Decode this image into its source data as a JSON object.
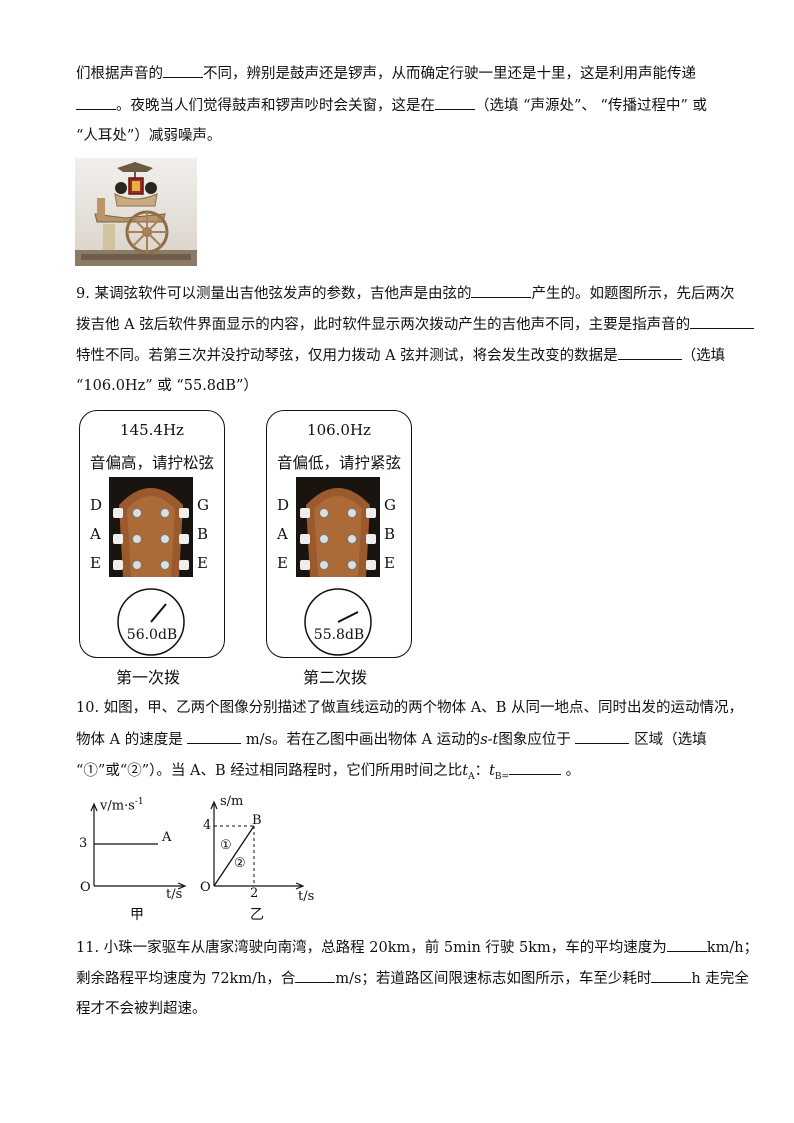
{
  "q8": {
    "l1a": "们根据声音的",
    "l1b": "不同，辨别是鼓声还是锣声，从而确定行驶一里还是十里，这是利用声能传递",
    "l2a": "。夜晚当人们觉得鼓声和锣声吵时会关窗，这是在",
    "l2b": "（选填 “声源处”、 “传播过程中” 或",
    "l3": "“人耳处”）减弱噪声。"
  },
  "q9": {
    "l1a": "9. 某调弦软件可以测量出吉他弦发声的参数，吉他声是由弦的",
    "l1b": "产生的。如题图所示，先后两次",
    "l2a": "拨吉他 A 弦后软件界面显示的内容，此时软件显示两次拨动产生的吉他声不同，主要是指声音的",
    "l3a": "特性不同。若第三次并没拧动琴弦，仅用力拨动 A 弦并测试，将会发生改变的数据是",
    "l3b": "（选填",
    "l4": "“106.0Hz” 或 “55.8dB”）",
    "panels": [
      {
        "freq": "145.4Hz",
        "msg": "音偏高，请拧松弦",
        "db": "56.0dB",
        "caption": "第一次拨"
      },
      {
        "freq": "106.0Hz",
        "msg": "音偏低，请拧紧弦",
        "db": "55.8dB",
        "caption": "第二次拨"
      }
    ],
    "strings_left": [
      "D",
      "A",
      "E"
    ],
    "strings_right": [
      "G",
      "B",
      "E"
    ]
  },
  "q10": {
    "l1": "10. 如图，甲、乙两个图像分别描述了做直线运动的两个物体 A、B 从同一地点、同时出发的运动情况，",
    "l2a": "物体 A 的速度是",
    "l2b": "m/s。若在乙图中画出物体 A 运动的",
    "l2c": "s-t",
    "l2d": "图象应位于",
    "l2e": "区域（选填",
    "l3a": "“①”或“②”）。当 A、B 经过相同路程时，它们所用时间之比",
    "l3b": "t",
    "l3c": "A",
    "l3d": "：",
    "l3e": "t",
    "l3f": "B=",
    "l3g": "。",
    "graph_jia": {
      "ylabel": "v/m·s",
      "ylabel_sup": "-1",
      "xlabel": "t/s",
      "origin": "O",
      "ytick": "3",
      "series": "A",
      "caption": "甲"
    },
    "graph_yi": {
      "ylabel": "s/m",
      "xlabel": "t/s",
      "origin": "O",
      "ytick": "4",
      "xtick": "2",
      "point": "B",
      "region1": "①",
      "region2": "②",
      "caption": "乙"
    }
  },
  "q11": {
    "l1a": "11. 小珠一家驱车从唐家湾驶向南湾，总路程 20km，前 5min 行驶 5km，车的平均速度为",
    "l1b": "km/h；",
    "l2a": "剩余路程平均速度为 72km/h，合",
    "l2b": "m/s；若道路区间限速标志如图所示，车至少耗时",
    "l2c": "h 走完全",
    "l3": "程才不会被判超速。"
  }
}
